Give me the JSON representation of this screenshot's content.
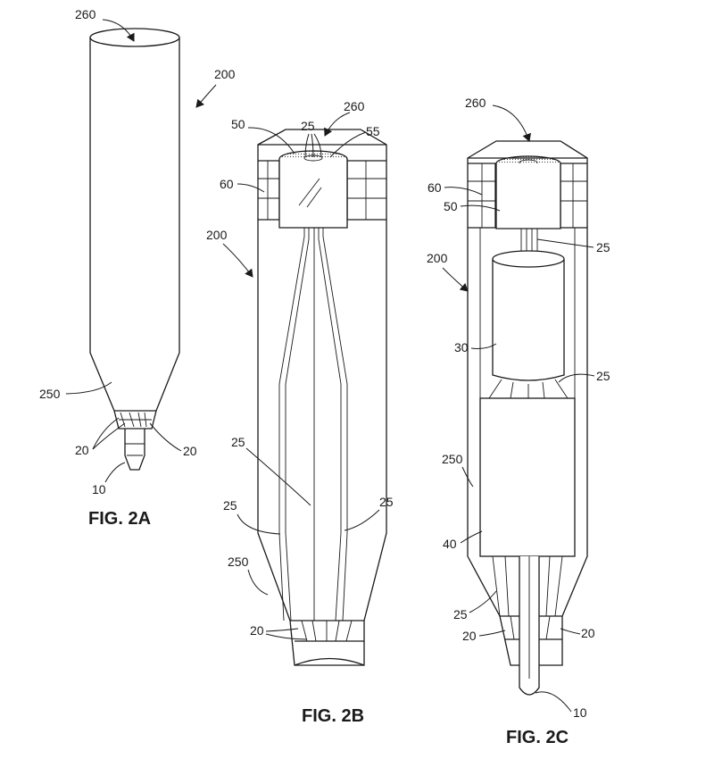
{
  "figures": [
    {
      "caption": "FIG. 2A",
      "labels": {
        "top": "260",
        "device": "200",
        "body": "250",
        "port_left": "20",
        "port_right": "20",
        "tip": "10"
      }
    },
    {
      "caption": "FIG. 2B",
      "labels": {
        "top": "260",
        "device": "200",
        "wires_top": "25",
        "module": "50",
        "face": "55",
        "ring": "60",
        "wire_mid": "25",
        "wire_left": "25",
        "wire_right": "25",
        "body": "250",
        "port": "20"
      }
    },
    {
      "caption": "FIG. 2C",
      "labels": {
        "top": "260",
        "device": "200",
        "ring": "60",
        "module": "50",
        "wires_top": "25",
        "cylinder": "30",
        "wires_mid": "25",
        "body": "250",
        "block": "40",
        "wires_low": "25",
        "port_left": "20",
        "port_right": "20",
        "tip": "10"
      }
    }
  ]
}
